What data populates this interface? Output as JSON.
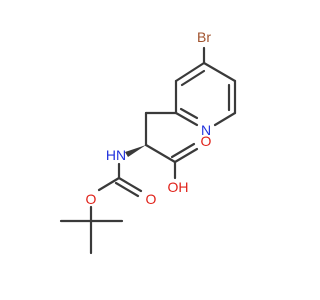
{
  "molecule": {
    "atoms": {
      "br": {
        "text": "Br",
        "color": "#a0522d"
      },
      "n_pyridine": {
        "text": "N",
        "color": "#2233dd"
      },
      "o_carbonyl_acid": {
        "text": "O",
        "color": "#e0221a"
      },
      "oh_acid": {
        "text": "OH",
        "color": "#e0221a"
      },
      "hn_amide": {
        "text": "HN",
        "color": "#2233dd"
      },
      "o_ester": {
        "text": "O",
        "color": "#e0221a"
      },
      "o_carbonyl_boc": {
        "text": "O",
        "color": "#e0221a"
      }
    },
    "bond_color": "#3a3a3a"
  }
}
